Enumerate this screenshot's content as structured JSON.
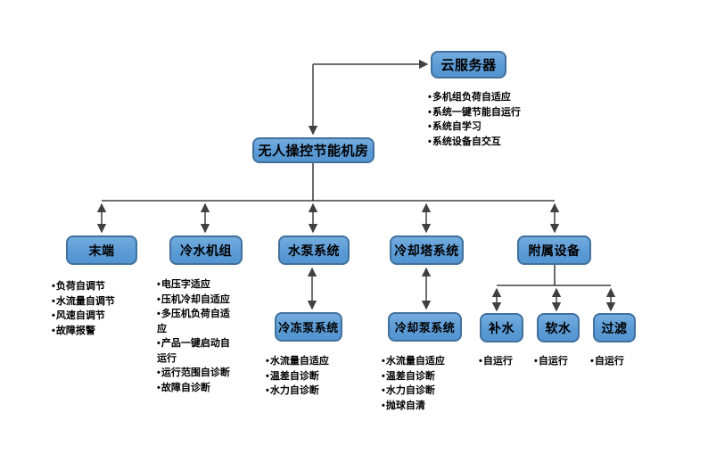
{
  "ui": {
    "bullet_char": "•"
  },
  "colors": {
    "node_fill": "#5b9bd5",
    "node_border": "#41719c",
    "connector": "#404040",
    "line": "#1a1a1a",
    "text": "#000000",
    "background": "#ffffff"
  },
  "diagram_type": "hierarchy-flowchart",
  "nodes": {
    "cloud": {
      "label": "云服务器",
      "bullets": [
        "多机组负荷自适应",
        "系统一键节能自运行",
        "系统自学习",
        "系统设备自交互"
      ]
    },
    "main": {
      "label": "无人操控节能机房"
    },
    "terminal": {
      "label": "末端",
      "bullets": [
        "负荷自调节",
        "水流量自调节",
        "风速自调节",
        "故障报警"
      ]
    },
    "chiller": {
      "label": "冷水机组",
      "bullets": [
        "电压字适应",
        "压机冷却自适应",
        "多压机负荷自适应",
        "产品一键启动自运行",
        "运行范围自诊断",
        "故障自诊断"
      ]
    },
    "pump": {
      "label": "水泵系统"
    },
    "tower": {
      "label": "冷却塔系统"
    },
    "aux": {
      "label": "附属设备"
    },
    "freezer": {
      "label": "冷冻泵系统",
      "bullets": [
        "水流量自适应",
        "温差自诊断",
        "水力自诊断"
      ]
    },
    "coolpump": {
      "label": "冷却泵系统",
      "bullets": [
        "水流量自适应",
        "温差自诊断",
        "水力自诊断",
        "抛球自清"
      ]
    },
    "makeup": {
      "label": "补水",
      "bullets": [
        "自运行"
      ]
    },
    "soft": {
      "label": "软水",
      "bullets": [
        "自运行"
      ]
    },
    "filter": {
      "label": "过滤",
      "bullets": [
        "自运行"
      ]
    }
  }
}
